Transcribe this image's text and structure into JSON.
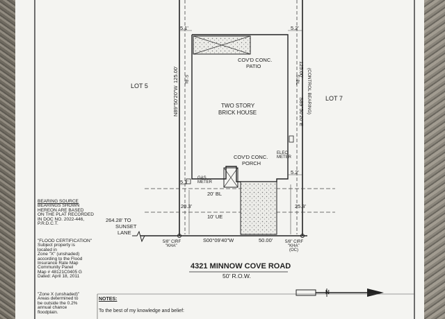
{
  "plat": {
    "lot_left": "LOT 5",
    "lot_right": "LOT 7",
    "house_line1": "TWO STORY",
    "house_line2": "BRICK HOUSE",
    "patio_line1": "COV'D CONC.",
    "patio_line2": "PATIO",
    "porch_line1": "COV'D CONC.",
    "porch_line2": "PORCH",
    "elec_meter_line1": "ELEC",
    "elec_meter_line2": "METER",
    "gas_meter_line1": "GAS",
    "gas_meter_line2": "METER",
    "brl_left": "5' BL",
    "brl_right": "5' BL",
    "front_bl": "20' BL",
    "ue": "10' UE",
    "dim_51": "5.1'",
    "dim_52": "5.2'",
    "dim_52b": "5.2'",
    "dim_51b": "5.1'",
    "dim_203": "20.3'",
    "dim_253": "25.3'",
    "dim_50": "50.00'",
    "bearing_front": "S00°09'40\"W",
    "bearing_left": "N89°50'20\"W",
    "bearing_right": "S89°50'20\"E",
    "len_left": "125.00'",
    "len_right": "125.00'",
    "control_bearing": "(CONTROL BEARING)",
    "iron_left_line1": "5/8\" CIRF",
    "iron_left_line2": "\"KHA\"",
    "iron_right_line1": "5/8\" CIRF",
    "iron_right_line2": "\"KHA\"",
    "iron_right_line3": "(OC)",
    "sunset_line1": "264.28' TO",
    "sunset_line2": "SUNSET",
    "sunset_line3": "LANE",
    "road_name": "4321 MINNOW COVE ROAD",
    "row": "50' R.O.W.",
    "north_arrow_letter": "N"
  },
  "notes_left": {
    "bearing_source": [
      "BEARING SOURCE",
      "BEARINGS SHOWN",
      "HEREON ARE BASED",
      "ON THE PLAT RECORDED",
      "IN DOC NO. 2022-446,",
      "P.R.D.C.T."
    ],
    "flood_cert": [
      "\"FLOOD CERTIFICATION\"",
      "Subject property is",
      "located in",
      "Zone \"X\" (unshaded)",
      "according to the Flood",
      "Insurance Rate Map",
      "Community Panel",
      "Map # 48121C0405 G",
      "Dated: April 18, 2011"
    ],
    "zone_x": [
      "\"Zone X (unshaded)\"",
      "Areas determined to",
      "be outside the 0.2%",
      "annual chance",
      "floodplain."
    ]
  },
  "notes_bottom": {
    "heading": "NOTES:",
    "text": "To the best of my knowledge and belief:"
  }
}
